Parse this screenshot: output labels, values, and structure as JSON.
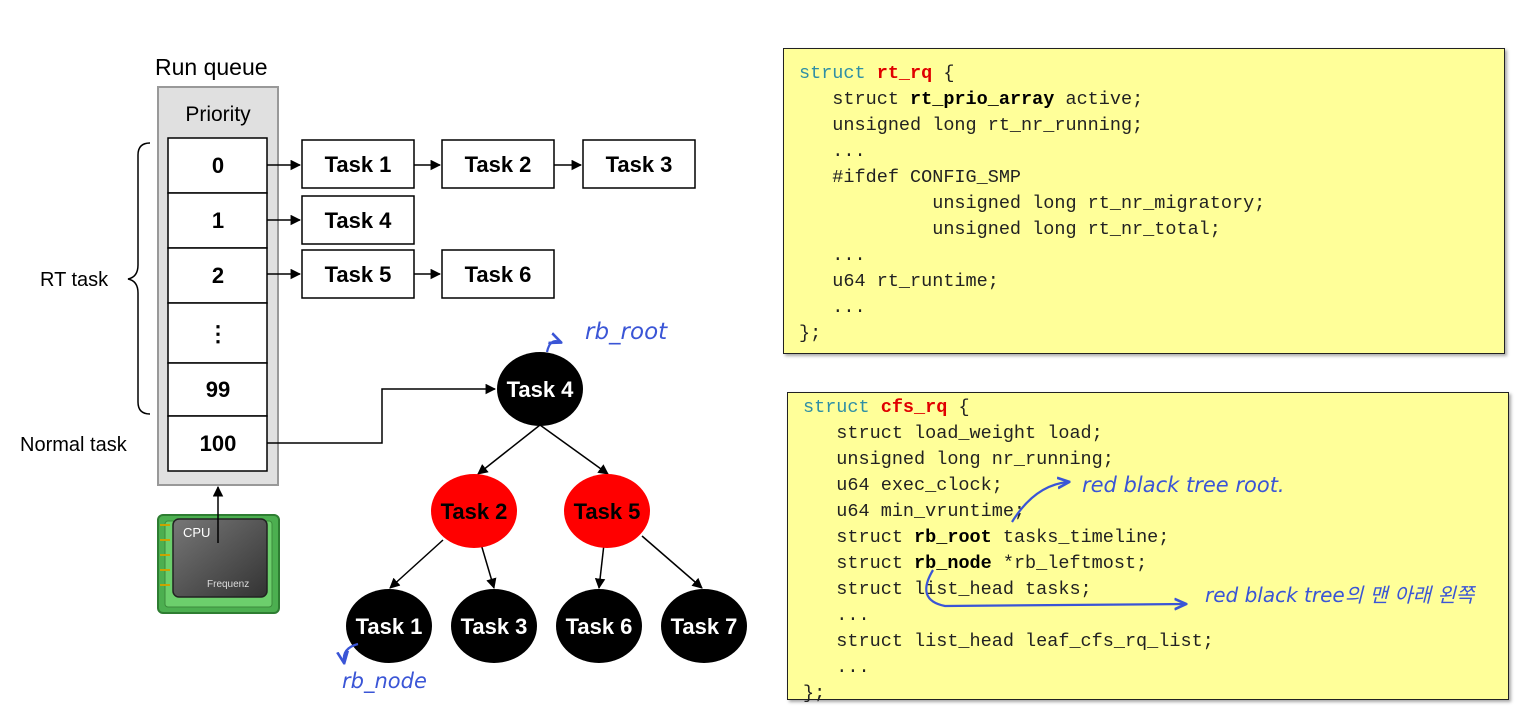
{
  "runqueue": {
    "title": "Run queue",
    "header": "Priority",
    "cells": [
      "0",
      "1",
      "2",
      "⋮",
      "99",
      "100"
    ],
    "rt_label": "RT task",
    "normal_label": "Normal task",
    "cpu_label": "CPU",
    "cpu_brand": "Frequenz"
  },
  "lists": {
    "row0": [
      "Task 1",
      "Task 2",
      "Task 3"
    ],
    "row1": [
      "Task 4"
    ],
    "row2": [
      "Task 5",
      "Task 6"
    ]
  },
  "tree": {
    "root": "Task 4",
    "left": "Task 2",
    "right": "Task 5",
    "leaves": [
      "Task 1",
      "Task 3",
      "Task 6",
      "Task 7"
    ],
    "colors": {
      "black": "#000000",
      "red": "#ff0000"
    }
  },
  "annotations": {
    "rb_root": "rb_root",
    "rb_node": "rb_node",
    "rb_tree_root": "red black tree root.",
    "rb_leftmost": "red black tree의 맨 아래 왼쪽"
  },
  "rt_rq": {
    "lines": [
      [
        {
          "t": "struct ",
          "c": "kw"
        },
        {
          "t": "rt_rq",
          "c": "nm"
        },
        {
          "t": " {",
          "c": ""
        }
      ],
      [
        {
          "t": "   struct ",
          "c": ""
        },
        {
          "t": "rt_prio_array",
          "c": "bd"
        },
        {
          "t": " active;",
          "c": ""
        }
      ],
      [
        {
          "t": "   unsigned long rt_nr_running;",
          "c": ""
        }
      ],
      [
        {
          "t": "   ...",
          "c": ""
        }
      ],
      [
        {
          "t": "   #ifdef CONFIG_SMP",
          "c": ""
        }
      ],
      [
        {
          "t": "            unsigned long rt_nr_migratory;",
          "c": ""
        }
      ],
      [
        {
          "t": "            unsigned long rt_nr_total;",
          "c": ""
        }
      ],
      [
        {
          "t": "   ...",
          "c": ""
        }
      ],
      [
        {
          "t": "   u64 rt_runtime;",
          "c": ""
        }
      ],
      [
        {
          "t": "   ...",
          "c": ""
        }
      ],
      [
        {
          "t": "};",
          "c": ""
        }
      ]
    ]
  },
  "cfs_rq": {
    "lines": [
      [
        {
          "t": "struct ",
          "c": "kw"
        },
        {
          "t": "cfs_rq",
          "c": "nm"
        },
        {
          "t": " {",
          "c": ""
        }
      ],
      [
        {
          "t": "   struct load_weight load;",
          "c": ""
        }
      ],
      [
        {
          "t": "   unsigned long nr_running;",
          "c": ""
        }
      ],
      [
        {
          "t": "   u64 exec_clock;",
          "c": ""
        }
      ],
      [
        {
          "t": "   u64 min_vruntime;",
          "c": ""
        }
      ],
      [
        {
          "t": "   struct ",
          "c": ""
        },
        {
          "t": "rb_root",
          "c": "bd"
        },
        {
          "t": " tasks_timeline;",
          "c": ""
        }
      ],
      [
        {
          "t": "   struct ",
          "c": ""
        },
        {
          "t": "rb_node",
          "c": "bd"
        },
        {
          "t": " *rb_leftmost;",
          "c": ""
        }
      ],
      [
        {
          "t": "   struct list_head tasks;",
          "c": ""
        }
      ],
      [
        {
          "t": "   ...",
          "c": ""
        }
      ],
      [
        {
          "t": "   struct list_head leaf_cfs_rq_list;",
          "c": ""
        }
      ],
      [
        {
          "t": "   ...",
          "c": ""
        }
      ],
      [
        {
          "t": "};",
          "c": ""
        }
      ]
    ]
  }
}
